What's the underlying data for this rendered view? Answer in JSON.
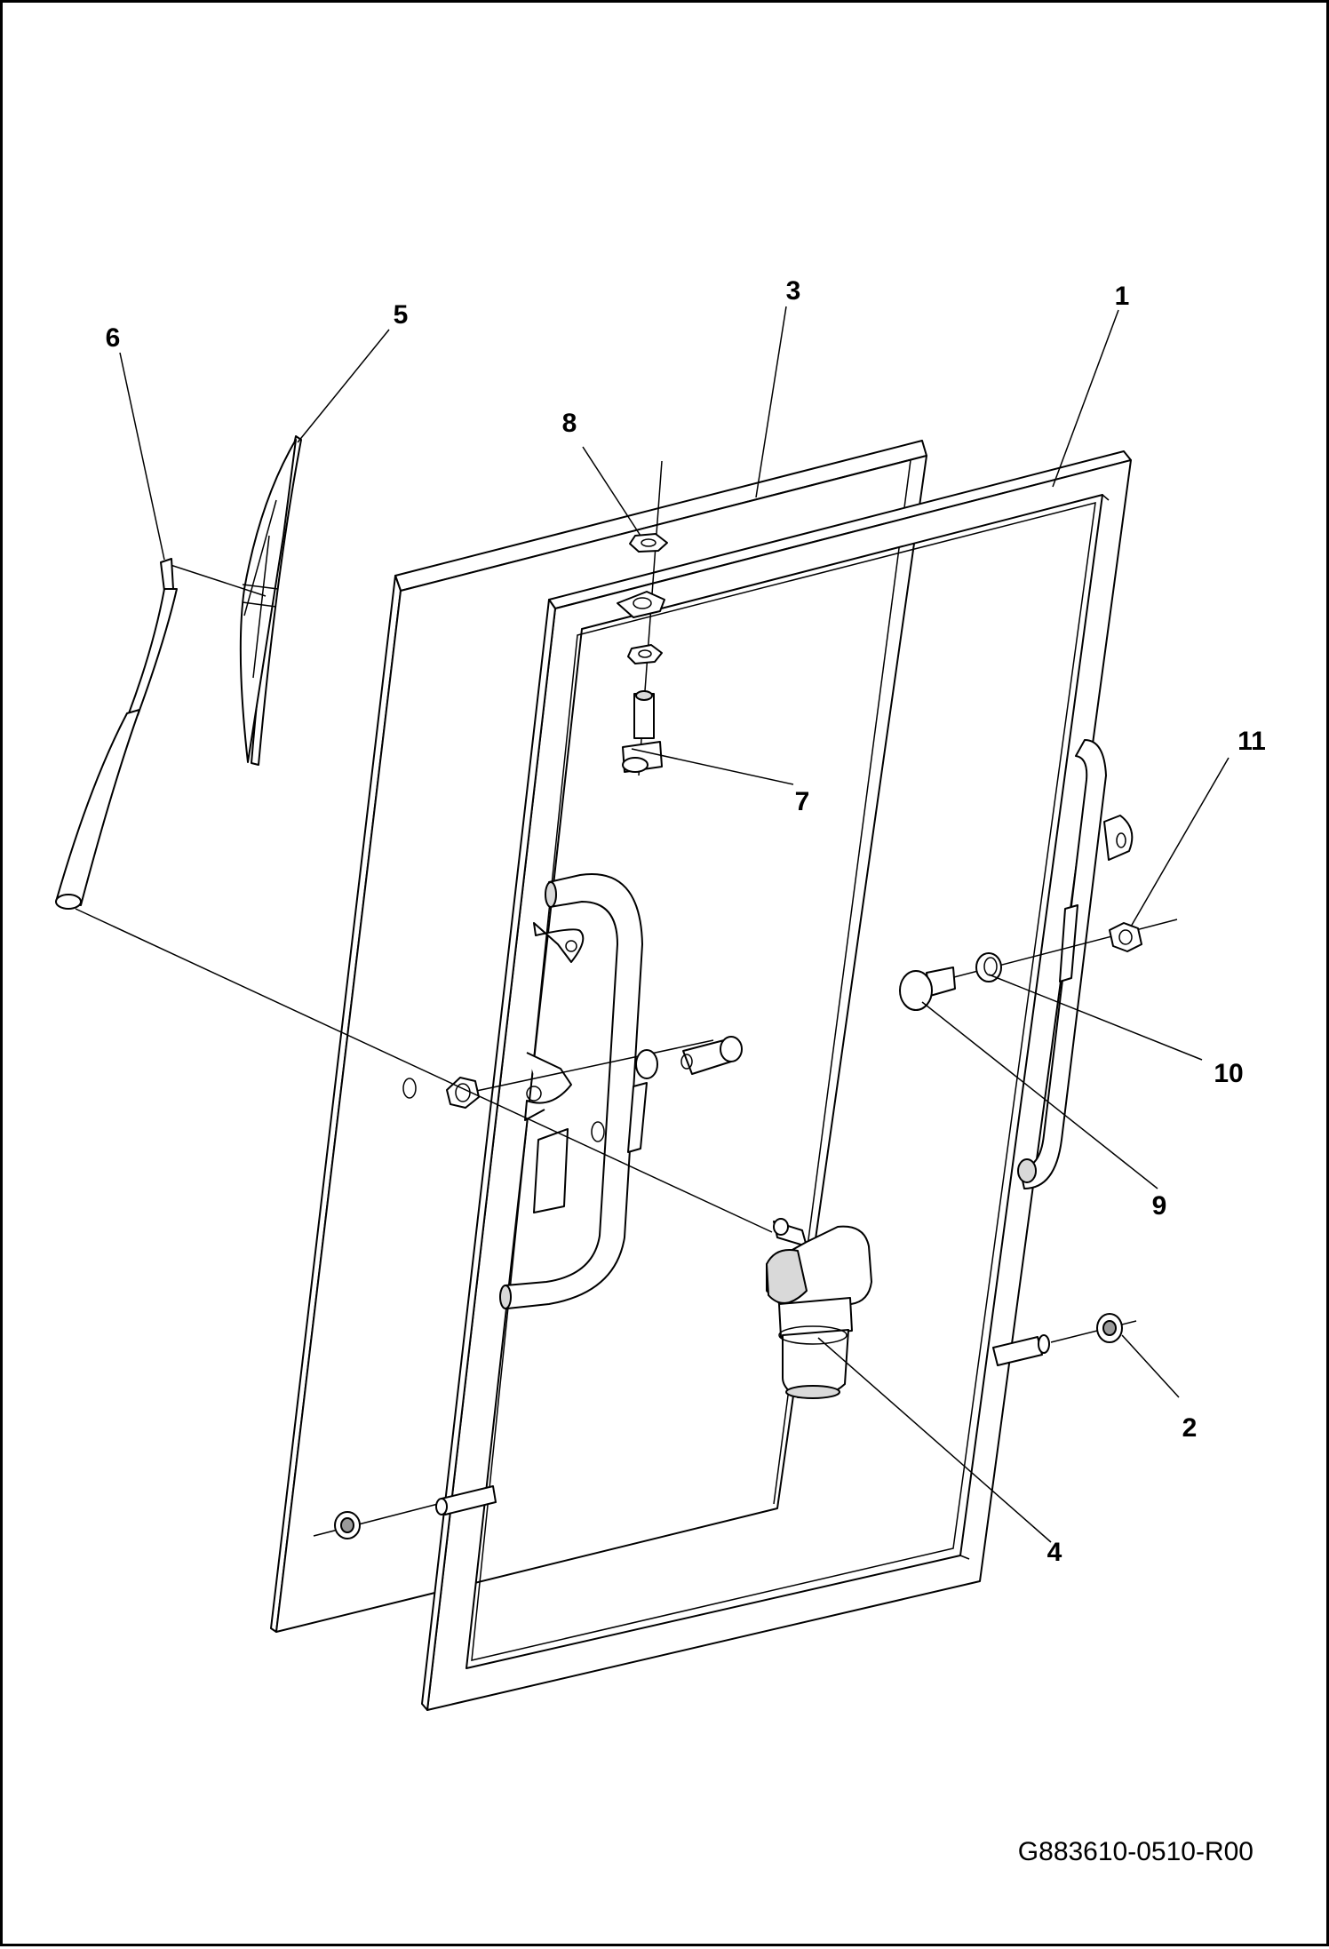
{
  "drawing_number": "G883610-0510-R00",
  "callouts": [
    {
      "id": "1",
      "label": "1"
    },
    {
      "id": "2",
      "label": "2"
    },
    {
      "id": "3",
      "label": "3"
    },
    {
      "id": "4",
      "label": "4"
    },
    {
      "id": "5",
      "label": "5"
    },
    {
      "id": "6",
      "label": "6"
    },
    {
      "id": "7",
      "label": "7"
    },
    {
      "id": "8",
      "label": "8"
    },
    {
      "id": "9",
      "label": "9"
    },
    {
      "id": "10",
      "label": "10"
    },
    {
      "id": "11",
      "label": "11"
    }
  ],
  "colors": {
    "line": "#000000",
    "background": "#ffffff"
  }
}
